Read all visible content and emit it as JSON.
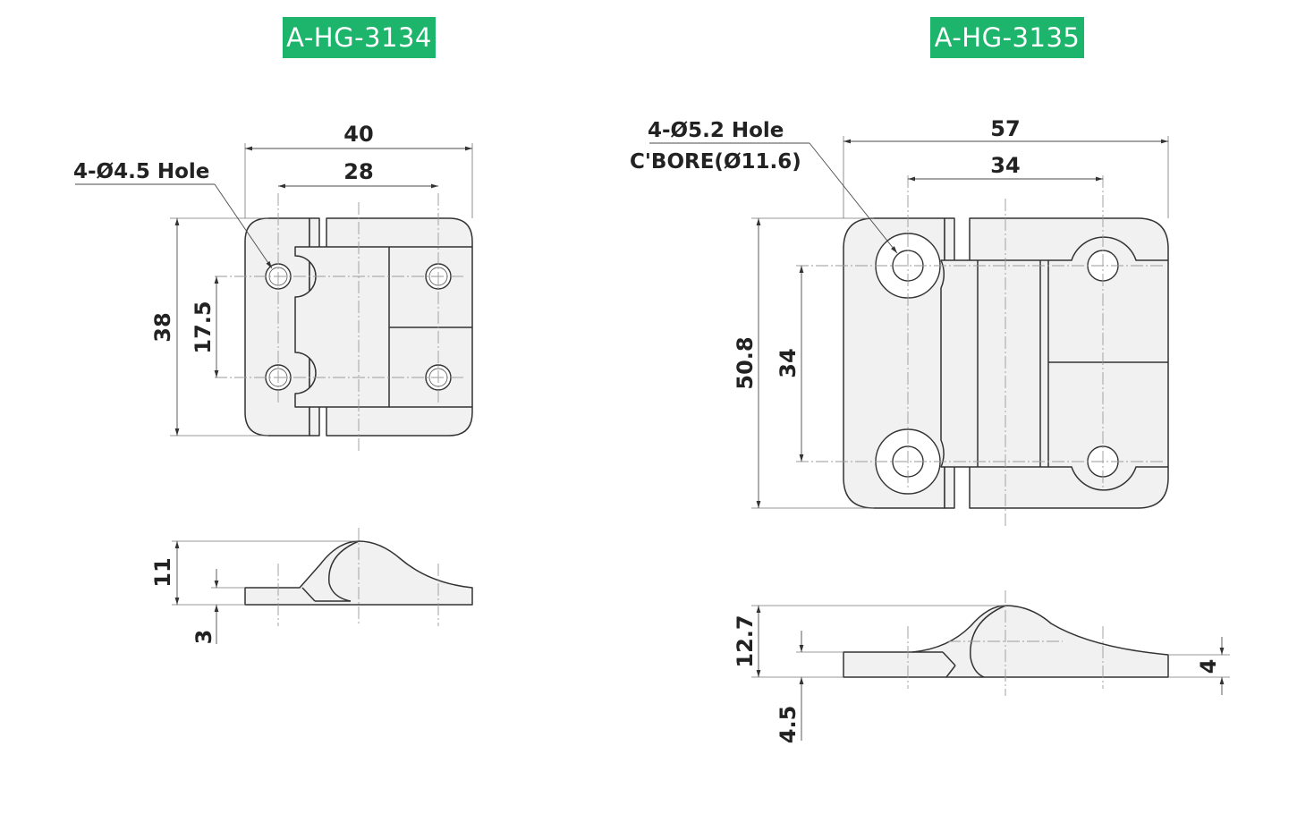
{
  "colors": {
    "badge": "#1cb56b",
    "badge_text": "#ffffff",
    "line": "#333333"
  },
  "left": {
    "model": "A-HG-3134",
    "hole_label": "4-Ø4.5 Hole",
    "dims": {
      "width": "40",
      "hole_span": "28",
      "height": "38",
      "hole_pitch": "17.5",
      "thickness": "11",
      "plate": "3"
    }
  },
  "right": {
    "model": "A-HG-3135",
    "hole_label": "4-Ø5.2 Hole",
    "cbore_label": "C'BORE(Ø11.6)",
    "dims": {
      "width": "57",
      "hole_span": "34",
      "height": "50.8",
      "hole_pitch": "34",
      "thickness": "12.7",
      "plate": "4.5",
      "plate_right": "4"
    }
  }
}
